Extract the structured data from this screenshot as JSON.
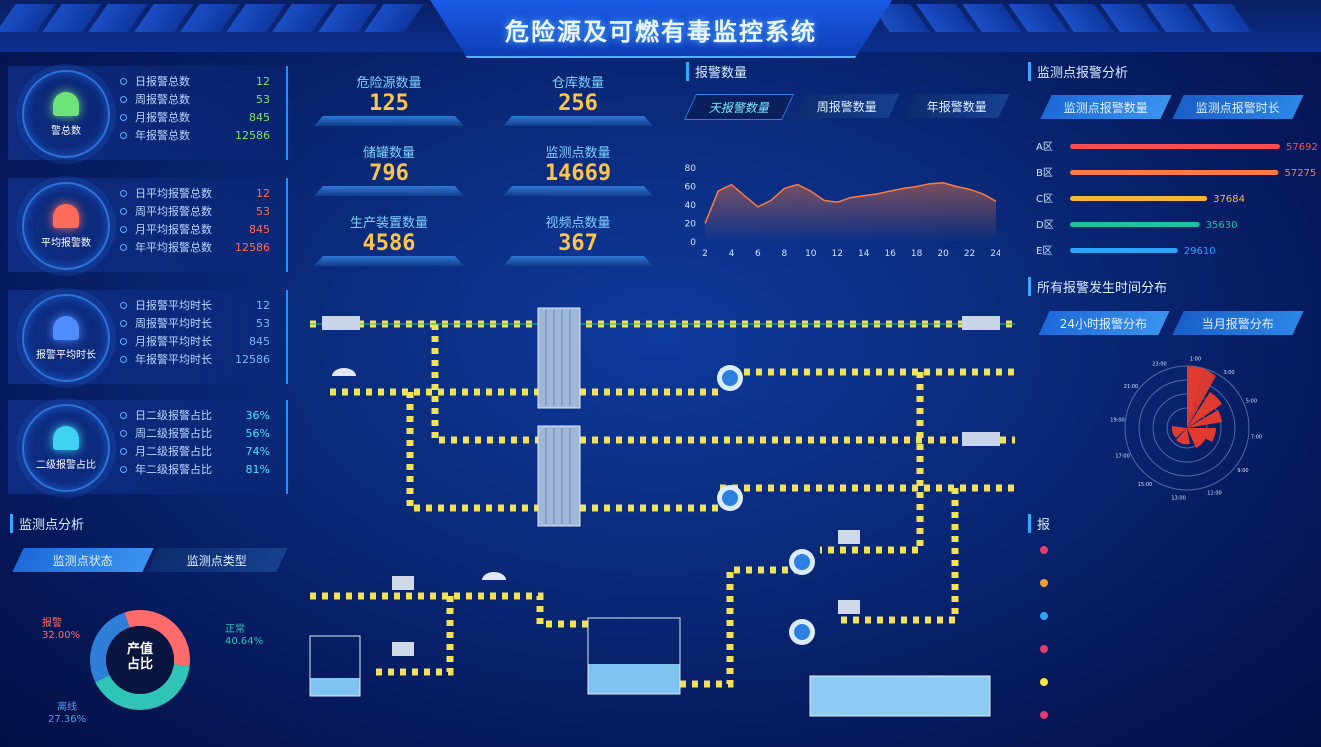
{
  "header": {
    "title": "危险源及可燃有毒监控系统"
  },
  "left_panels": [
    {
      "label": "警总数",
      "bulb_color": "#6ee37a",
      "rows": [
        {
          "name": "日报警总数",
          "value": "12"
        },
        {
          "name": "周报警总数",
          "value": "53"
        },
        {
          "name": "月报警总数",
          "value": "845"
        },
        {
          "name": "年报警总数",
          "value": "12586"
        }
      ],
      "value_color": "#7be36f"
    },
    {
      "label": "平均报警数",
      "bulb_color": "#ff6b5a",
      "rows": [
        {
          "name": "日平均报警总数",
          "value": "12"
        },
        {
          "name": "周平均报警总数",
          "value": "53"
        },
        {
          "name": "月平均报警总数",
          "value": "845"
        },
        {
          "name": "年平均报警总数",
          "value": "12586"
        }
      ],
      "value_color": "#ff6b5a"
    },
    {
      "label": "报警平均时长",
      "bulb_color": "#4f8cff",
      "rows": [
        {
          "name": "日报警平均时长",
          "value": "12"
        },
        {
          "name": "周报警平均时长",
          "value": "53"
        },
        {
          "name": "月报警平均时长",
          "value": "845"
        },
        {
          "name": "年报警平均时长",
          "value": "12586"
        }
      ],
      "value_color": "#78b8ff"
    },
    {
      "label": "二级报警占比",
      "bulb_color": "#3ed3f0",
      "rows": [
        {
          "name": "日二级报警占比",
          "value": "36%"
        },
        {
          "name": "周二级报警占比",
          "value": "56%"
        },
        {
          "name": "月二级报警占比",
          "value": "74%"
        },
        {
          "name": "年二级报警占比",
          "value": "81%"
        }
      ],
      "value_color": "#4fe0ff"
    }
  ],
  "monitor_analysis": {
    "title": "监测点分析",
    "tabs": [
      "监测点状态",
      "监测点类型"
    ],
    "donut_center": "产值\n占比",
    "slices": [
      {
        "name": "报警",
        "pct": "32.00%",
        "value": 32.0,
        "color": "#ff6b6b"
      },
      {
        "name": "正常",
        "pct": "40.64%",
        "value": 40.64,
        "color": "#2ec4b6"
      },
      {
        "name": "离线",
        "pct": "27.36%",
        "value": 27.36,
        "color": "#2f7fd8"
      }
    ]
  },
  "kpis": [
    {
      "label": "危险源数量",
      "value": "125"
    },
    {
      "label": "仓库数量",
      "value": "256"
    },
    {
      "label": "储罐数量",
      "value": "796"
    },
    {
      "label": "监测点数量",
      "value": "14669"
    },
    {
      "label": "生产装置数量",
      "value": "4586"
    },
    {
      "label": "视频点数量",
      "value": "367"
    }
  ],
  "alarm_count": {
    "title": "报警数量",
    "tabs": [
      "天报警数量",
      "周报警数量",
      "年报警数量"
    ],
    "chart_data": {
      "type": "area",
      "x": [
        2,
        3,
        4,
        5,
        6,
        7,
        8,
        9,
        10,
        11,
        12,
        13,
        14,
        15,
        16,
        17,
        18,
        19,
        20,
        21,
        22,
        23,
        24
      ],
      "values": [
        20,
        55,
        62,
        50,
        38,
        45,
        58,
        62,
        55,
        45,
        43,
        48,
        50,
        52,
        55,
        58,
        60,
        63,
        64,
        60,
        57,
        52,
        44
      ],
      "xticks": [
        "2",
        "4",
        "6",
        "8",
        "10",
        "12",
        "14",
        "16",
        "18",
        "20",
        "22",
        "24"
      ],
      "yticks": [
        "0",
        "20",
        "40",
        "60",
        "80"
      ],
      "ylim": [
        0,
        80
      ]
    }
  },
  "point_alarm": {
    "title": "监测点报警分析",
    "tabs": [
      "监测点报警数量",
      "监测点报警时长"
    ],
    "chart_data": {
      "type": "bar",
      "categories": [
        "A区",
        "B区",
        "C区",
        "D区",
        "E区"
      ],
      "values": [
        57692,
        57275,
        37684,
        35630,
        29610
      ],
      "labels": [
        "57692",
        "57275",
        "37684",
        "35630",
        "29610"
      ],
      "colors": [
        "#ff4d4f",
        "#ff7a45",
        "#f7b538",
        "#19c2a0",
        "#2aa6ff"
      ]
    }
  },
  "time_dist": {
    "title": "所有报警发生时间分布",
    "tabs": [
      "24小时报警分布",
      "当月报警分布"
    ],
    "hour_labels": [
      "1:00",
      "3:00",
      "5:00",
      "7:00",
      "9:00",
      "11:00",
      "13:00",
      "15:00",
      "17:00",
      "19:00",
      "21:00",
      "23:00"
    ]
  },
  "bottom_right": {
    "title": "报"
  }
}
